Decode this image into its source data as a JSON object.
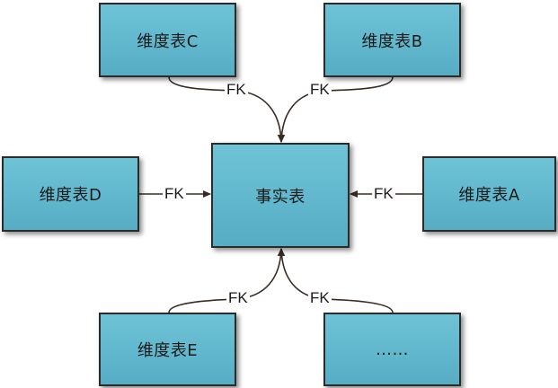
{
  "diagram": {
    "nodes": {
      "fact": "事实表",
      "dim_c": "维度表C",
      "dim_b": "维度表B",
      "dim_d": "维度表D",
      "dim_a": "维度表A",
      "dim_e": "维度表E",
      "dim_more": "……"
    },
    "edge_label": "FK",
    "colors": {
      "node_fill": "#5fb6cc",
      "node_border": "#2b2b2b",
      "connector": "#3a2a24"
    }
  }
}
